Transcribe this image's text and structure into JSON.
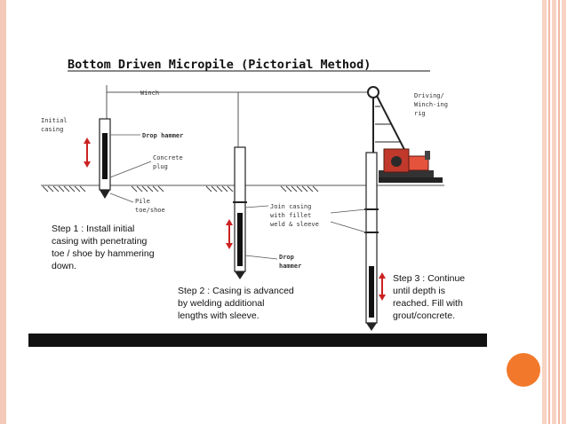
{
  "figure": {
    "title": "Bottom Driven Micropile (Pictorial Method)",
    "labels": {
      "winch": "Winch",
      "initial_casing_1": "Initial",
      "initial_casing_2": "casing",
      "drop_hammer_1": "Drop hammer",
      "concrete_plug_1": "Concrete",
      "concrete_plug_2": "plug",
      "pile_toe_1": "Pile",
      "pile_toe_2": "toe/shoe",
      "join_casing_1": "Join casing",
      "join_casing_2": "with fillet",
      "join_casing_3": "weld & sleeve",
      "drop_hammer_2a": "Drop",
      "drop_hammer_2b": "hammer",
      "rig_1": "Driving/",
      "rig_2": "Winch-ing",
      "rig_3": "rig"
    },
    "steps": {
      "step1": [
        "Step 1 : Install initial",
        "casing with penetrating",
        "toe / shoe by hammering",
        "down."
      ],
      "step2": [
        "Step 2 : Casing is advanced",
        "by welding additional",
        "lengths with sleeve."
      ],
      "step3": [
        "Step 3 : Continue",
        "until depth is",
        "reached. Fill with",
        "grout/concrete."
      ]
    }
  },
  "colors": {
    "accent_orange": "#f2792b",
    "border_pink": "#f4c9b8",
    "arrow_red": "#cc2222",
    "rig_red": "#c0392b"
  }
}
